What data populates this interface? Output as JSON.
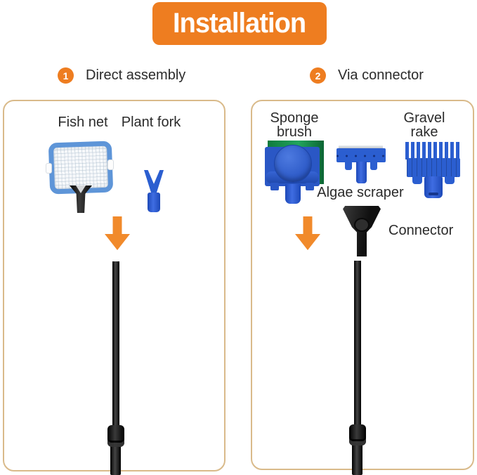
{
  "banner": {
    "title": "Installation"
  },
  "sections": {
    "left": {
      "number": "1",
      "title": "Direct assembly"
    },
    "right": {
      "number": "2",
      "title": "Via connector"
    }
  },
  "left_panel": {
    "fish_net_label": "Fish net",
    "plant_fork_label": "Plant fork"
  },
  "right_panel": {
    "sponge_brush_label": "Sponge\nbrush",
    "gravel_rake_label": "Gravel\nrake",
    "algae_scraper_label": "Algae scraper",
    "connector_label": "Connector"
  },
  "icons": {
    "left_arrow": "down-arrow-icon",
    "right_arrow": "down-arrow-icon"
  },
  "colors": {
    "accent_orange": "#EE7D20",
    "arrow_orange": "#F18A2B",
    "tool_blue": "#2B5ED0",
    "net_frame_blue": "#5E95D8",
    "panel_border_tan": "#D9BA8A",
    "sponge_green": "#18934D",
    "pole_black": "#141414",
    "text_dark": "#2B2B2B",
    "banner_text": "#FFFFFF"
  }
}
